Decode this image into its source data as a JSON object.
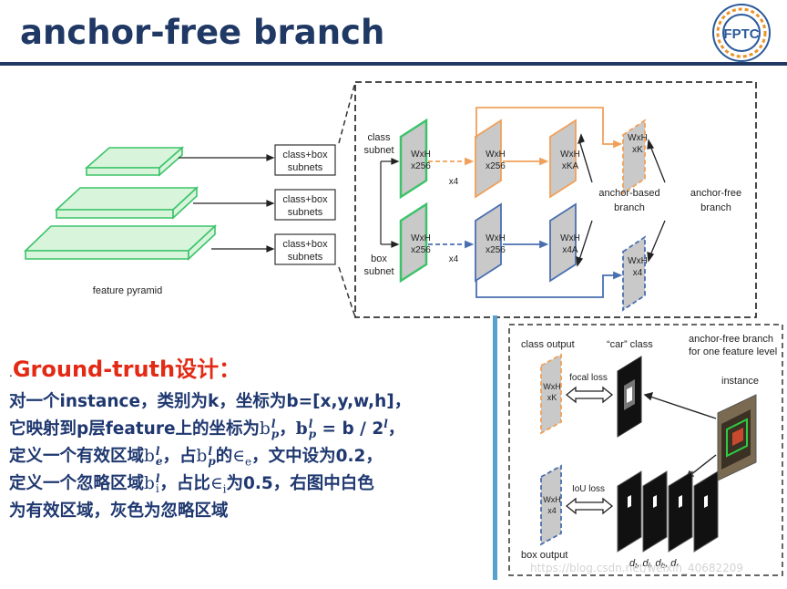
{
  "slide": {
    "title": "anchor-free branch"
  },
  "colors": {
    "title": "#1f3864",
    "heading": "#e32a14",
    "body": "#1f3870",
    "green": "#3cc36a",
    "orange": "#f0a05a",
    "blue": "#4a6fb0",
    "divider": "#5aa0cf"
  },
  "logo": {
    "text": "FPTC"
  },
  "top_diagram": {
    "pyramid_caption": "feature pyramid",
    "subnet_box": [
      "class+box",
      "subnets"
    ],
    "class_subnet": [
      "class",
      "subnet"
    ],
    "box_subnet": [
      "box",
      "subnet"
    ],
    "tensor_wxh": "WxH",
    "tensor_256": "x256",
    "tensor_ka": "xKA",
    "tensor_4a": "x4A",
    "tensor_k": "xK",
    "tensor_4": "x4",
    "repeat": "x4",
    "anchor_based": [
      "anchor-based",
      "branch"
    ],
    "anchor_free": [
      "anchor-free",
      "branch"
    ]
  },
  "bottom_diagram": {
    "class_output": "class output",
    "car_class": "“car” class",
    "header": [
      "anchor-free branch",
      "for one feature level"
    ],
    "instance": "instance",
    "focal_loss": "focal loss",
    "iou_loss": "IoU loss",
    "box_output": "box output",
    "wxh": "WxH",
    "k": "xK",
    "four": "x4",
    "distances": "d_t, d_l, d_b, d_r"
  },
  "text": {
    "heading_dot": ".",
    "heading": "Ground-truth设计：",
    "l1": "对一个instance，类别为k，坐标为b=[x,y,w,h]，",
    "l2a": "它映射到p层feature上的坐标为",
    "b_sym": "b",
    "p_sub": "p",
    "l_sup": "l",
    "comma": "，",
    "eq": " = b / 2",
    "l3a": "定义一个有效区域",
    "e_sub": "e",
    "l3b": "，占",
    "l3c": "的",
    "eps": "∈",
    "l3d": "，文中设为0.2，",
    "l4a": "定义一个忽略区域",
    "i_sub": "i",
    "l4b": "，占比",
    "l4c": "为0.5，右图中白色",
    "l5": "为有效区域，灰色为忽略区域"
  },
  "watermark": "https://blog.csdn.net/weixin_40682209"
}
